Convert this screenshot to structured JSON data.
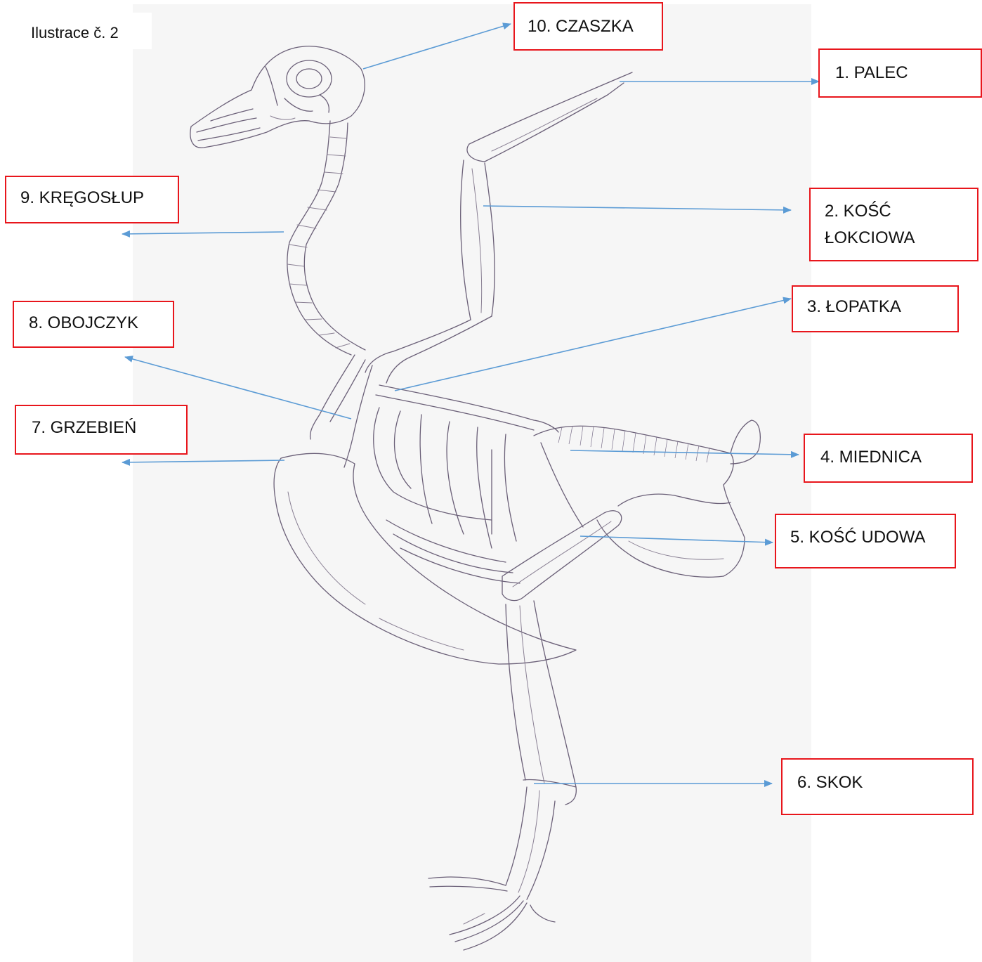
{
  "caption": "Ilustrace č. 2",
  "labels": {
    "czaszka": "10. CZASZKA",
    "palec": "1. PALEC",
    "kregoslup": "9. KRĘGOSŁUP",
    "kosc_lokciowa_1": "2. KOŚĆ",
    "kosc_lokciowa_2": "ŁOKCIOWA",
    "lopatka": "3. ŁOPATKA",
    "obojczyk": "8. OBOJCZYK",
    "grzebien": "7. GRZEBIEŃ",
    "miednica": "4. MIEDNICA",
    "kosc_udowa": "5. KOŚĆ UDOWA",
    "skok": "6. SKOK"
  },
  "colors": {
    "box_border": "#e8161c",
    "arrow": "#5b9bd5",
    "drawing": "#6b6078"
  }
}
